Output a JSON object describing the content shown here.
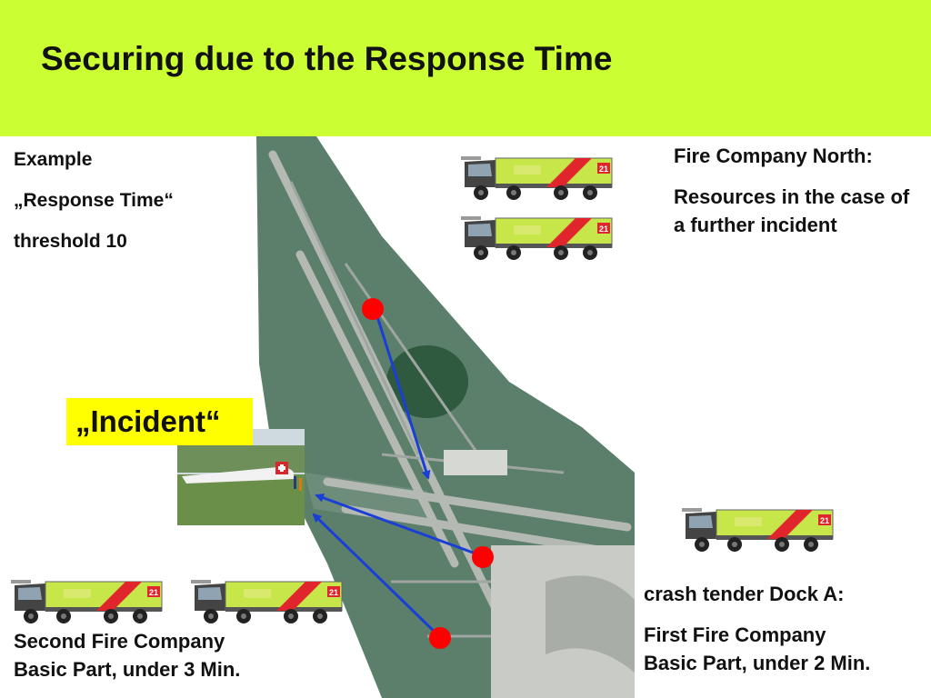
{
  "slide": {
    "title": "Securing due to the Response Time",
    "example": {
      "line1": "Example",
      "line2": "„Response Time“",
      "line3": "threshold 10"
    },
    "north": {
      "heading": "Fire Company North:",
      "body": "Resources in the case of a further incident"
    },
    "incident_label": "„Incident“",
    "second_company": {
      "line1": "Second Fire Company",
      "line2": "Basic Part, under 3 Min."
    },
    "dock_a": {
      "heading": "crash tender Dock A:",
      "line1": "First Fire Company",
      "line2": "Basic Part, under 2 Min."
    },
    "truck_number": "21"
  },
  "colors": {
    "header_bg": "#ccff33",
    "incident_bg": "#ffff00",
    "marker": "#ff0000",
    "arrow": "#1a3fd6",
    "map_green": "#5b7f6a"
  },
  "icons": [
    "fire-truck-icon",
    "location-marker-icon",
    "arrow-icon"
  ]
}
